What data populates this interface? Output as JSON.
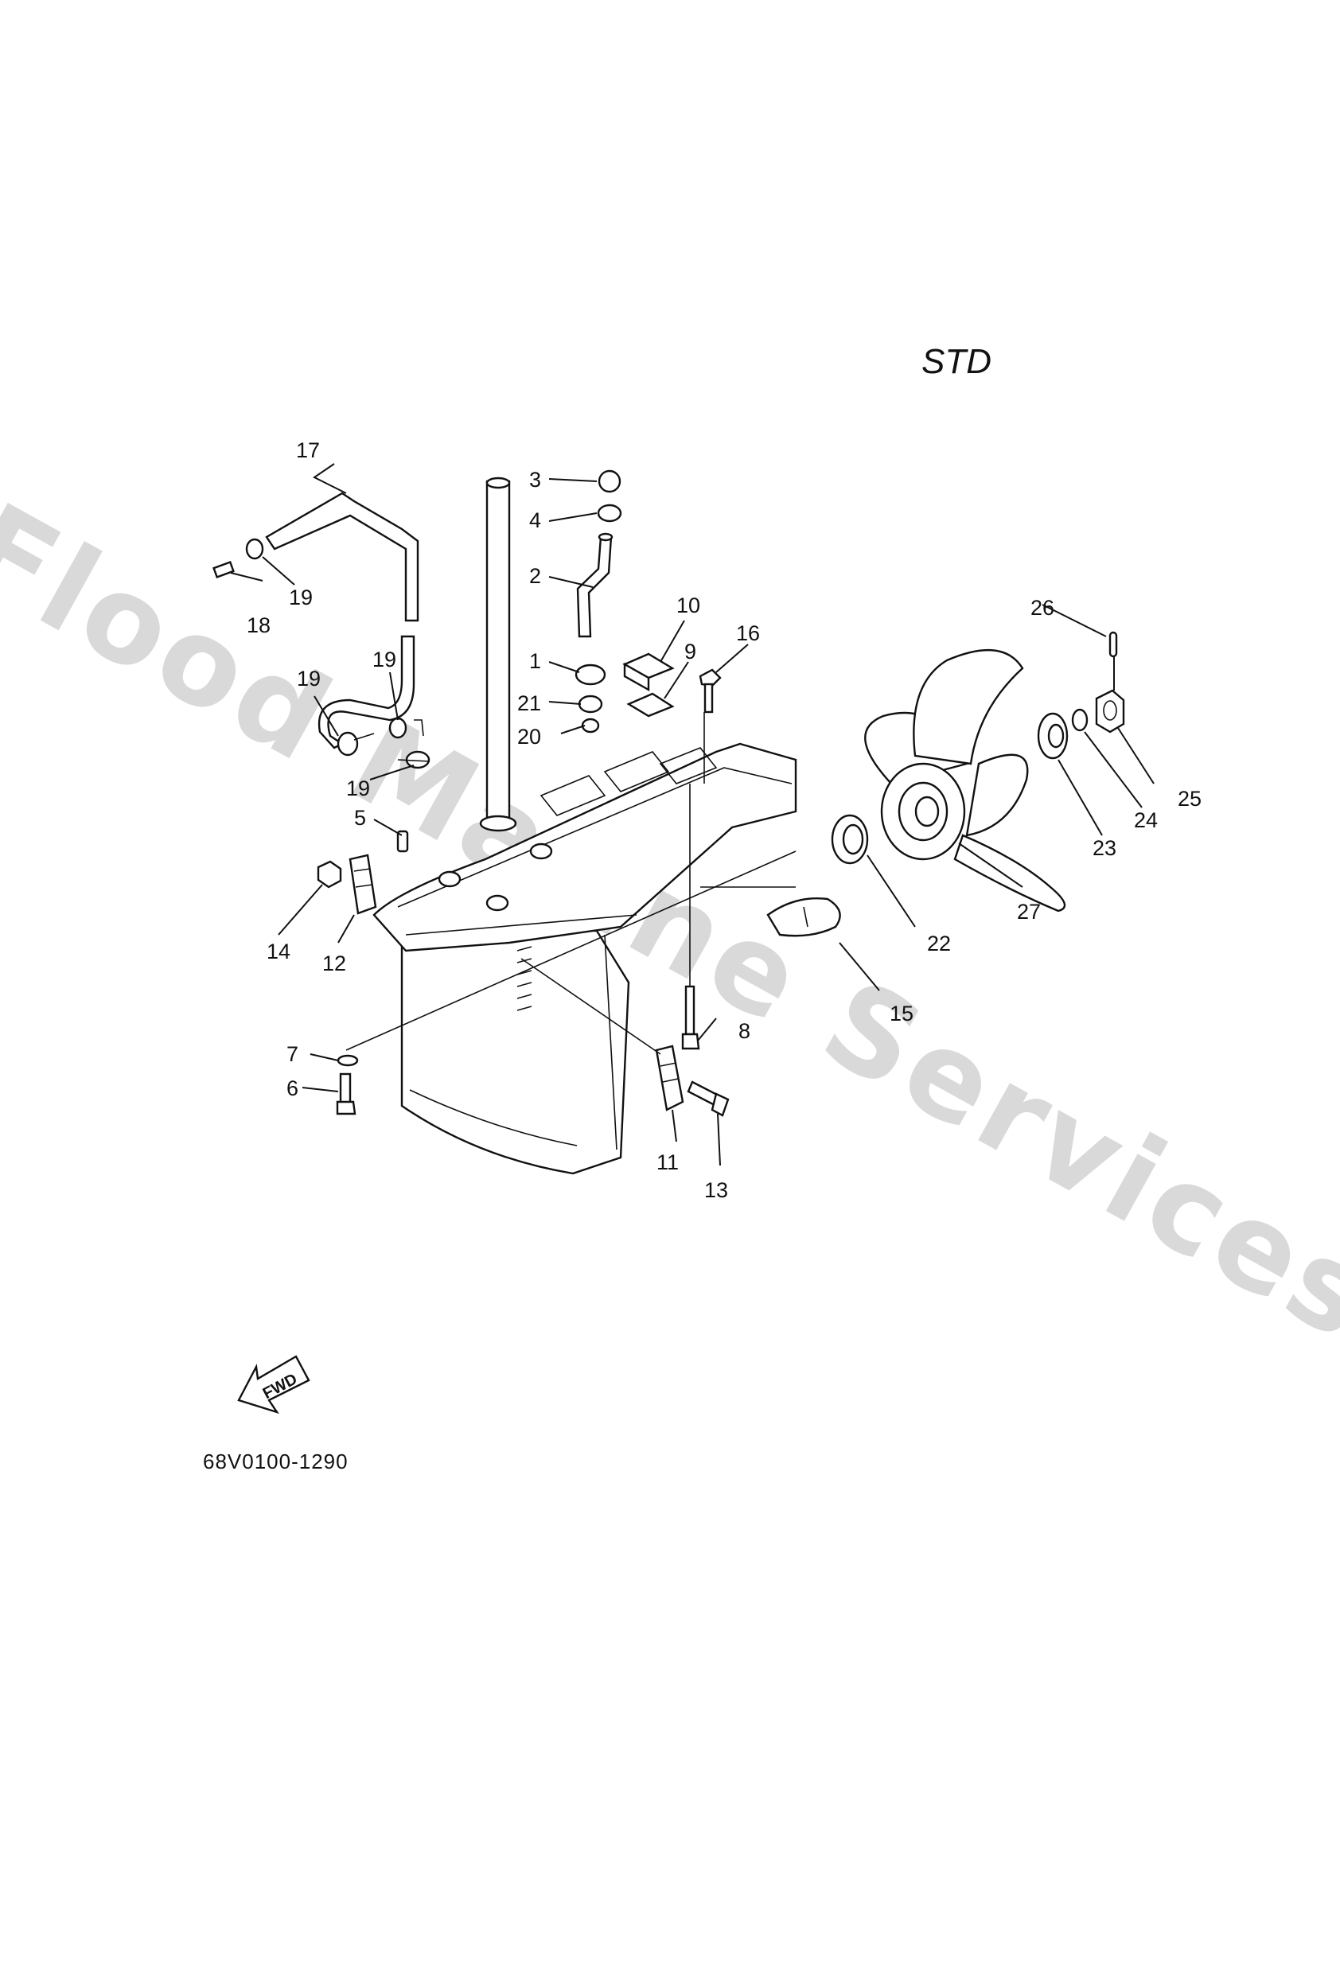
{
  "watermark": "Flood Marine Services",
  "variant_label": "STD",
  "drawing_code": "68V0100-1290",
  "fwd_label": "FWD",
  "callouts": [
    {
      "num": "1",
      "name": "callout-1"
    },
    {
      "num": "2",
      "name": "callout-2"
    },
    {
      "num": "3",
      "name": "callout-3"
    },
    {
      "num": "4",
      "name": "callout-4"
    },
    {
      "num": "5",
      "name": "callout-5"
    },
    {
      "num": "6",
      "name": "callout-6"
    },
    {
      "num": "7",
      "name": "callout-7"
    },
    {
      "num": "8",
      "name": "callout-8"
    },
    {
      "num": "9",
      "name": "callout-9"
    },
    {
      "num": "10",
      "name": "callout-10"
    },
    {
      "num": "11",
      "name": "callout-11"
    },
    {
      "num": "12",
      "name": "callout-12"
    },
    {
      "num": "13",
      "name": "callout-13"
    },
    {
      "num": "14",
      "name": "callout-14"
    },
    {
      "num": "15",
      "name": "callout-15"
    },
    {
      "num": "16",
      "name": "callout-16"
    },
    {
      "num": "17",
      "name": "callout-17"
    },
    {
      "num": "18",
      "name": "callout-18"
    },
    {
      "num": "19",
      "name": "callout-19-a"
    },
    {
      "num": "19",
      "name": "callout-19-b"
    },
    {
      "num": "19",
      "name": "callout-19-c"
    },
    {
      "num": "19",
      "name": "callout-19-d"
    },
    {
      "num": "20",
      "name": "callout-20"
    },
    {
      "num": "21",
      "name": "callout-21"
    },
    {
      "num": "22",
      "name": "callout-22"
    },
    {
      "num": "23",
      "name": "callout-23"
    },
    {
      "num": "24",
      "name": "callout-24"
    },
    {
      "num": "25",
      "name": "callout-25"
    },
    {
      "num": "26",
      "name": "callout-26"
    },
    {
      "num": "27",
      "name": "callout-27"
    }
  ]
}
